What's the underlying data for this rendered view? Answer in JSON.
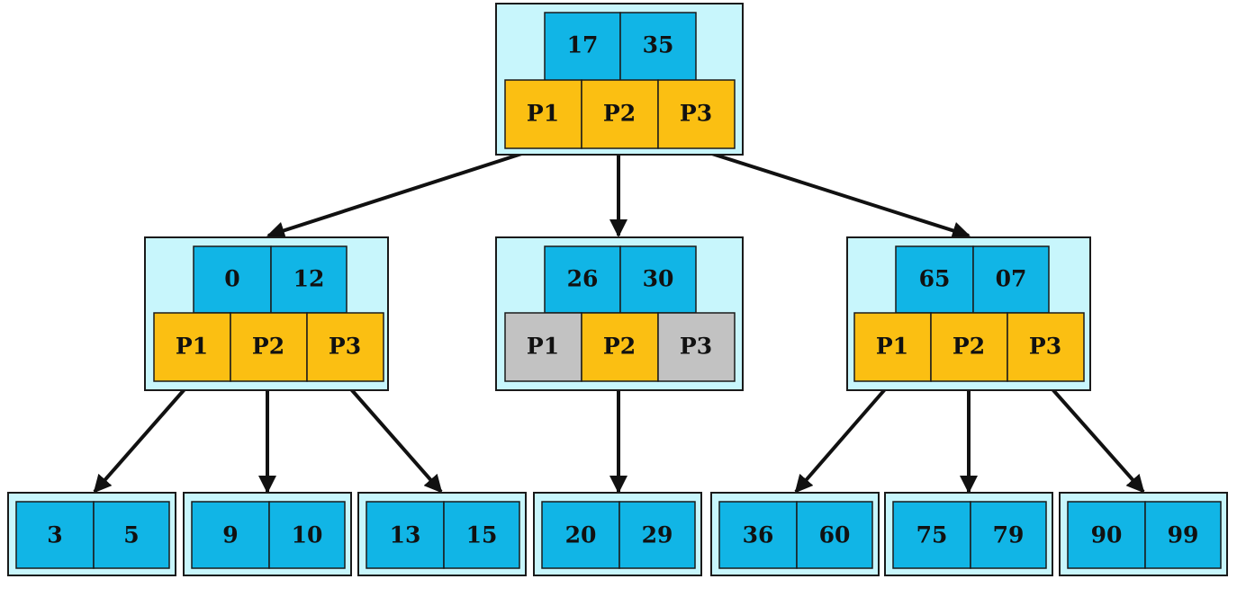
{
  "colors": {
    "node_background": "#c8f6fc",
    "node_border": "#1a1a1a",
    "key_cell": "#11b5e6",
    "pointer_used": "#fbbf12",
    "pointer_unused": "#c2c2c2",
    "arrow": "#111111"
  },
  "root": {
    "keys": [
      "17",
      "35"
    ],
    "pointers": [
      {
        "label": "P1",
        "used": true
      },
      {
        "label": "P2",
        "used": true
      },
      {
        "label": "P3",
        "used": true
      }
    ]
  },
  "internal": [
    {
      "keys": [
        "0",
        "12"
      ],
      "pointers": [
        {
          "label": "P1",
          "used": true
        },
        {
          "label": "P2",
          "used": true
        },
        {
          "label": "P3",
          "used": true
        }
      ]
    },
    {
      "keys": [
        "26",
        "30"
      ],
      "pointers": [
        {
          "label": "P1",
          "used": false
        },
        {
          "label": "P2",
          "used": true
        },
        {
          "label": "P3",
          "used": false
        }
      ]
    },
    {
      "keys": [
        "65",
        "07"
      ],
      "pointers": [
        {
          "label": "P1",
          "used": true
        },
        {
          "label": "P2",
          "used": true
        },
        {
          "label": "P3",
          "used": true
        }
      ]
    }
  ],
  "leaves": [
    {
      "keys": [
        "3",
        "5"
      ]
    },
    {
      "keys": [
        "9",
        "10"
      ]
    },
    {
      "keys": [
        "13",
        "15"
      ]
    },
    {
      "keys": [
        "20",
        "29"
      ]
    },
    {
      "keys": [
        "36",
        "60"
      ]
    },
    {
      "keys": [
        "75",
        "79"
      ]
    },
    {
      "keys": [
        "90",
        "99"
      ]
    }
  ]
}
